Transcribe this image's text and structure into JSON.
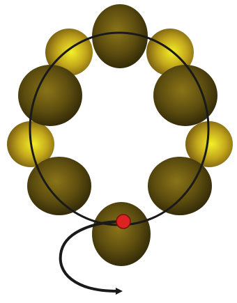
{
  "diagram": {
    "beads": [
      {
        "id": "top",
        "kind": "large"
      },
      {
        "id": "upper-left",
        "kind": "small"
      },
      {
        "id": "upper-right",
        "kind": "small"
      },
      {
        "id": "mid-left-upper",
        "kind": "large"
      },
      {
        "id": "mid-right-upper",
        "kind": "large"
      },
      {
        "id": "side-left",
        "kind": "small"
      },
      {
        "id": "side-right",
        "kind": "small"
      },
      {
        "id": "mid-left-lower",
        "kind": "large"
      },
      {
        "id": "mid-right-lower",
        "kind": "large"
      },
      {
        "id": "bottom",
        "kind": "large"
      }
    ],
    "colors": {
      "large_bead_light": "#8a7418",
      "large_bead_dark": "#2e2608",
      "small_bead_light": "#f4f028",
      "small_bead_dark": "#6a5010",
      "thread": "#1a1a1a",
      "start_marker": "#dd2222"
    },
    "start_marker": "red-dot",
    "direction_arrow": "arrow-right"
  }
}
